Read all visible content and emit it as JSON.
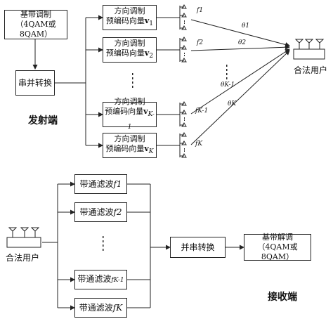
{
  "transmitter": {
    "title": "发射端",
    "baseband": {
      "line1": "基带调制",
      "line2": "（4QAM或8QAM）"
    },
    "sp_convert": "串并转换",
    "modules": [
      {
        "line1": "方向调制",
        "line2": "预编码向量",
        "vec": "v",
        "sub": "1",
        "freq": "f1",
        "angle": "θ1"
      },
      {
        "line1": "方向调制",
        "line2": "预编码向量",
        "vec": "v",
        "sub": "2",
        "freq": "f2",
        "angle": "θ2"
      },
      {
        "line1": "方向调制",
        "line2": "预编码向量",
        "vec": "v",
        "sub": "K-1",
        "freq": "fK-1",
        "angle": "θK-1"
      },
      {
        "line1": "方向调制",
        "line2": "预编码向量",
        "vec": "v",
        "sub": "K",
        "freq": "fK",
        "angle": "θK"
      }
    ],
    "legit_user": "合法用户"
  },
  "receiver": {
    "title": "接收端",
    "legit_user": "合法用户",
    "filters": [
      {
        "label": "带通滤波",
        "sub": "f1"
      },
      {
        "label": "带通滤波",
        "sub": "f2"
      },
      {
        "label": "带通滤波",
        "sub": "fK-1"
      },
      {
        "label": "带通滤波",
        "sub": "fK"
      }
    ],
    "ps_convert": "并串转换",
    "baseband": {
      "line1": "基带解调",
      "line2": "（4QAM或8QAM）"
    }
  }
}
